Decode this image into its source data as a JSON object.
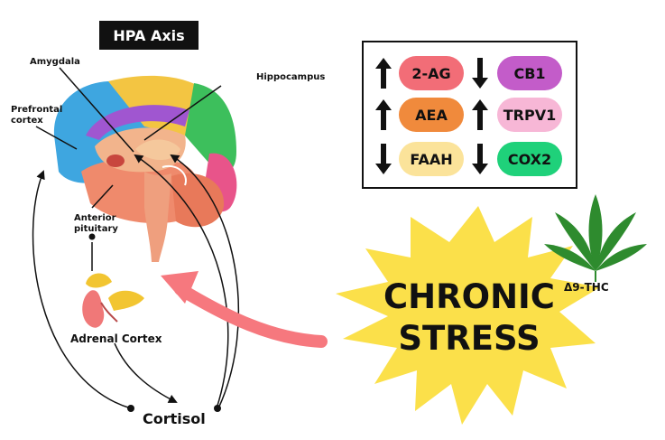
{
  "title": "HPA Axis",
  "labels": {
    "amygdala": "Amygdala",
    "hippocampus": "Hippocampus",
    "prefrontal_line1": "Prefrontal",
    "prefrontal_line2": "cortex",
    "anterior_line1": "Anterior",
    "anterior_line2": "pituitary",
    "adrenal": "Adrenal Cortex",
    "cortisol": "Cortisol"
  },
  "stress": {
    "line1": "CHRONIC",
    "line2": "STRESS"
  },
  "thc_label": "Δ9-THC",
  "markers": [
    {
      "name": "2-AG",
      "direction": "up",
      "color": "#f26d77"
    },
    {
      "name": "CB1",
      "direction": "down",
      "color": "#c35cc9"
    },
    {
      "name": "AEA",
      "direction": "up",
      "color": "#f08a3c"
    },
    {
      "name": "TRPV1",
      "direction": "up",
      "color": "#f7b7d6"
    },
    {
      "name": "FAAH",
      "direction": "down",
      "color": "#fbe39a"
    },
    {
      "name": "COX2",
      "direction": "down",
      "color": "#1fd17a"
    }
  ],
  "colors": {
    "stress_burst": "#fbe04a",
    "feedback_arrow": "#f6787e",
    "title_bg": "#111111",
    "leaf": "#2e8b2e"
  }
}
